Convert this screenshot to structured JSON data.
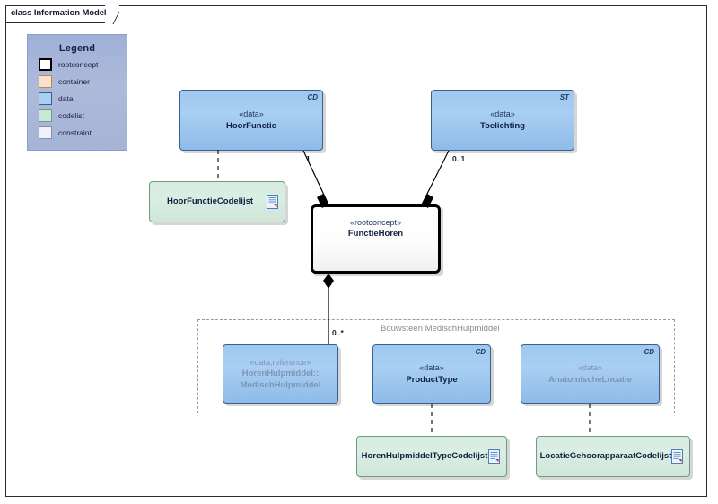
{
  "frame": {
    "title": "class Information Model"
  },
  "legend": {
    "title": "Legend",
    "items": [
      {
        "label": "rootconcept",
        "color": "#ffffff",
        "border": "#000000",
        "border_width": "2px"
      },
      {
        "label": "container",
        "color": "#fae0c8",
        "border": "#b08a5e",
        "border_width": "1px"
      },
      {
        "label": "data",
        "color": "#a9cff2",
        "border": "#3a5f8f",
        "border_width": "1px"
      },
      {
        "label": "codelist",
        "color": "#c6e8d4",
        "border": "#6f9a84",
        "border_width": "1px"
      },
      {
        "label": "constraint",
        "color": "#f0f0f8",
        "border": "#8c8ca8",
        "border_width": "1px"
      }
    ]
  },
  "group": {
    "label": "Bouwsteen MedischHulpmiddel"
  },
  "classes": [
    {
      "id": "hoorfunctie",
      "stereotype": "«data»",
      "name": "HoorFunctie",
      "corner_tag": "CD",
      "kind": "data"
    },
    {
      "id": "toelichting",
      "stereotype": "«data»",
      "name": "Toelichting",
      "corner_tag": "ST",
      "kind": "data"
    },
    {
      "id": "functiehoren",
      "stereotype": "«rootconcept»",
      "name": "FunctieHoren",
      "corner_tag": "",
      "kind": "rootconcept"
    },
    {
      "id": "hoorfunctiecodelijst",
      "stereotype": "",
      "name": "HoorFunctieCodelijst",
      "corner_tag": "",
      "kind": "codelist",
      "icon": "document-icon"
    },
    {
      "id": "medischhulpmiddel",
      "stereotype": "«data,reference»",
      "name": "HorenHulpmiddel::",
      "name2": "MedischHulpmiddel",
      "corner_tag": "",
      "kind": "data-reference"
    },
    {
      "id": "producttype",
      "stereotype": "«data»",
      "name": "ProductType",
      "corner_tag": "CD",
      "kind": "data"
    },
    {
      "id": "anatomischelocatie",
      "stereotype": "«data»",
      "name": "AnatomischeLocatie",
      "corner_tag": "CD",
      "kind": "data"
    },
    {
      "id": "horenhulpmiddeltypecodelijst",
      "stereotype": "",
      "name": "HorenHulpmiddelTypeCodelijst",
      "corner_tag": "",
      "kind": "codelist",
      "icon": "document-icon"
    },
    {
      "id": "locatiegehoorapparaatcodelijst",
      "stereotype": "",
      "name": "LocatieGehoorapparaatCodelijst",
      "corner_tag": "",
      "kind": "codelist",
      "icon": "document-icon"
    }
  ],
  "connectors": [
    {
      "from": "hoorfunctie",
      "to": "functiehoren",
      "type": "composition",
      "multiplicity": "1"
    },
    {
      "from": "toelichting",
      "to": "functiehoren",
      "type": "composition",
      "multiplicity": "0..1"
    },
    {
      "from": "functiehoren",
      "to": "medischhulpmiddel",
      "type": "composition",
      "multiplicity": "0..*"
    },
    {
      "from": "hoorfunctie",
      "to": "hoorfunctiecodelijst",
      "type": "dependency",
      "multiplicity": ""
    },
    {
      "from": "producttype",
      "to": "horenhulpmiddeltypecodelijst",
      "type": "dependency",
      "multiplicity": ""
    },
    {
      "from": "anatomischelocatie",
      "to": "locatiegehoorapparaatcodelijst",
      "type": "dependency",
      "multiplicity": ""
    }
  ]
}
